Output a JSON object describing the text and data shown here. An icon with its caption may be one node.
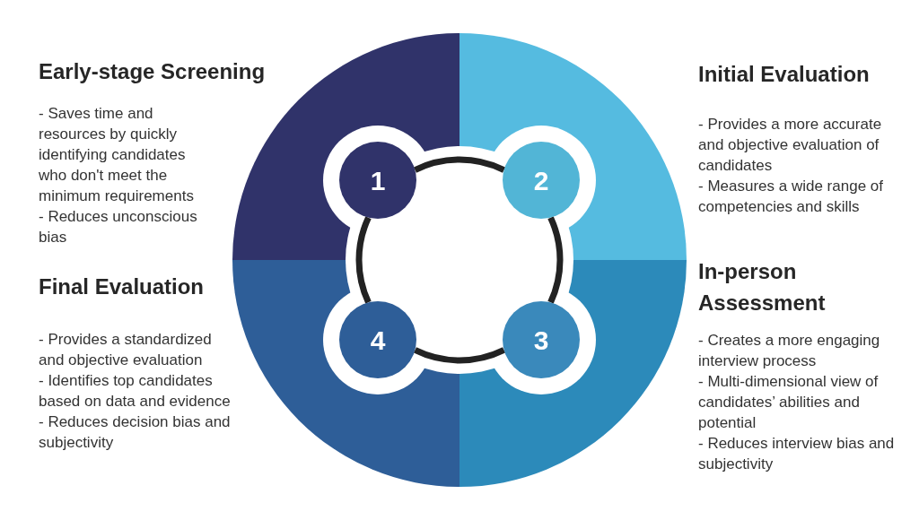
{
  "diagram": {
    "nodes": [
      {
        "text": [
          "1"
        ]
      },
      {
        "text": [
          "2"
        ]
      },
      {
        "text": [
          "3"
        ]
      },
      {
        "text": [
          "4"
        ]
      }
    ],
    "edges": [
      {
        "from": 0,
        "to": 1,
        "arrow": "none"
      },
      {
        "from": 1,
        "to": 2,
        "arrow": "none"
      },
      {
        "from": 2,
        "to": 3,
        "arrow": "none"
      },
      {
        "from": 3,
        "to": 0,
        "arrow": "none"
      }
    ],
    "labels": [
      "Early-stage Screening",
      "- Saves time and resources by quickly identifying candidates who don't meet the minimum requirements",
      "- Reduces unconscious bias",
      "Initial Evaluation",
      "- Provides a more accurate and objective evaluation of candidates",
      "- Measures a wide range of competencies and skills",
      "Final Evaluation",
      "- Provides a standardized and objective evaluation",
      "- Identifies top candidates based on data and evidence",
      "- Reduces decision bias and subjectivity",
      "In-person Assessment",
      "- Creates a more engaging interview process",
      "- Multi-dimensional view of candidates’ abilities and potential",
      "- Reduces interview bias and subjectivity"
    ]
  }
}
